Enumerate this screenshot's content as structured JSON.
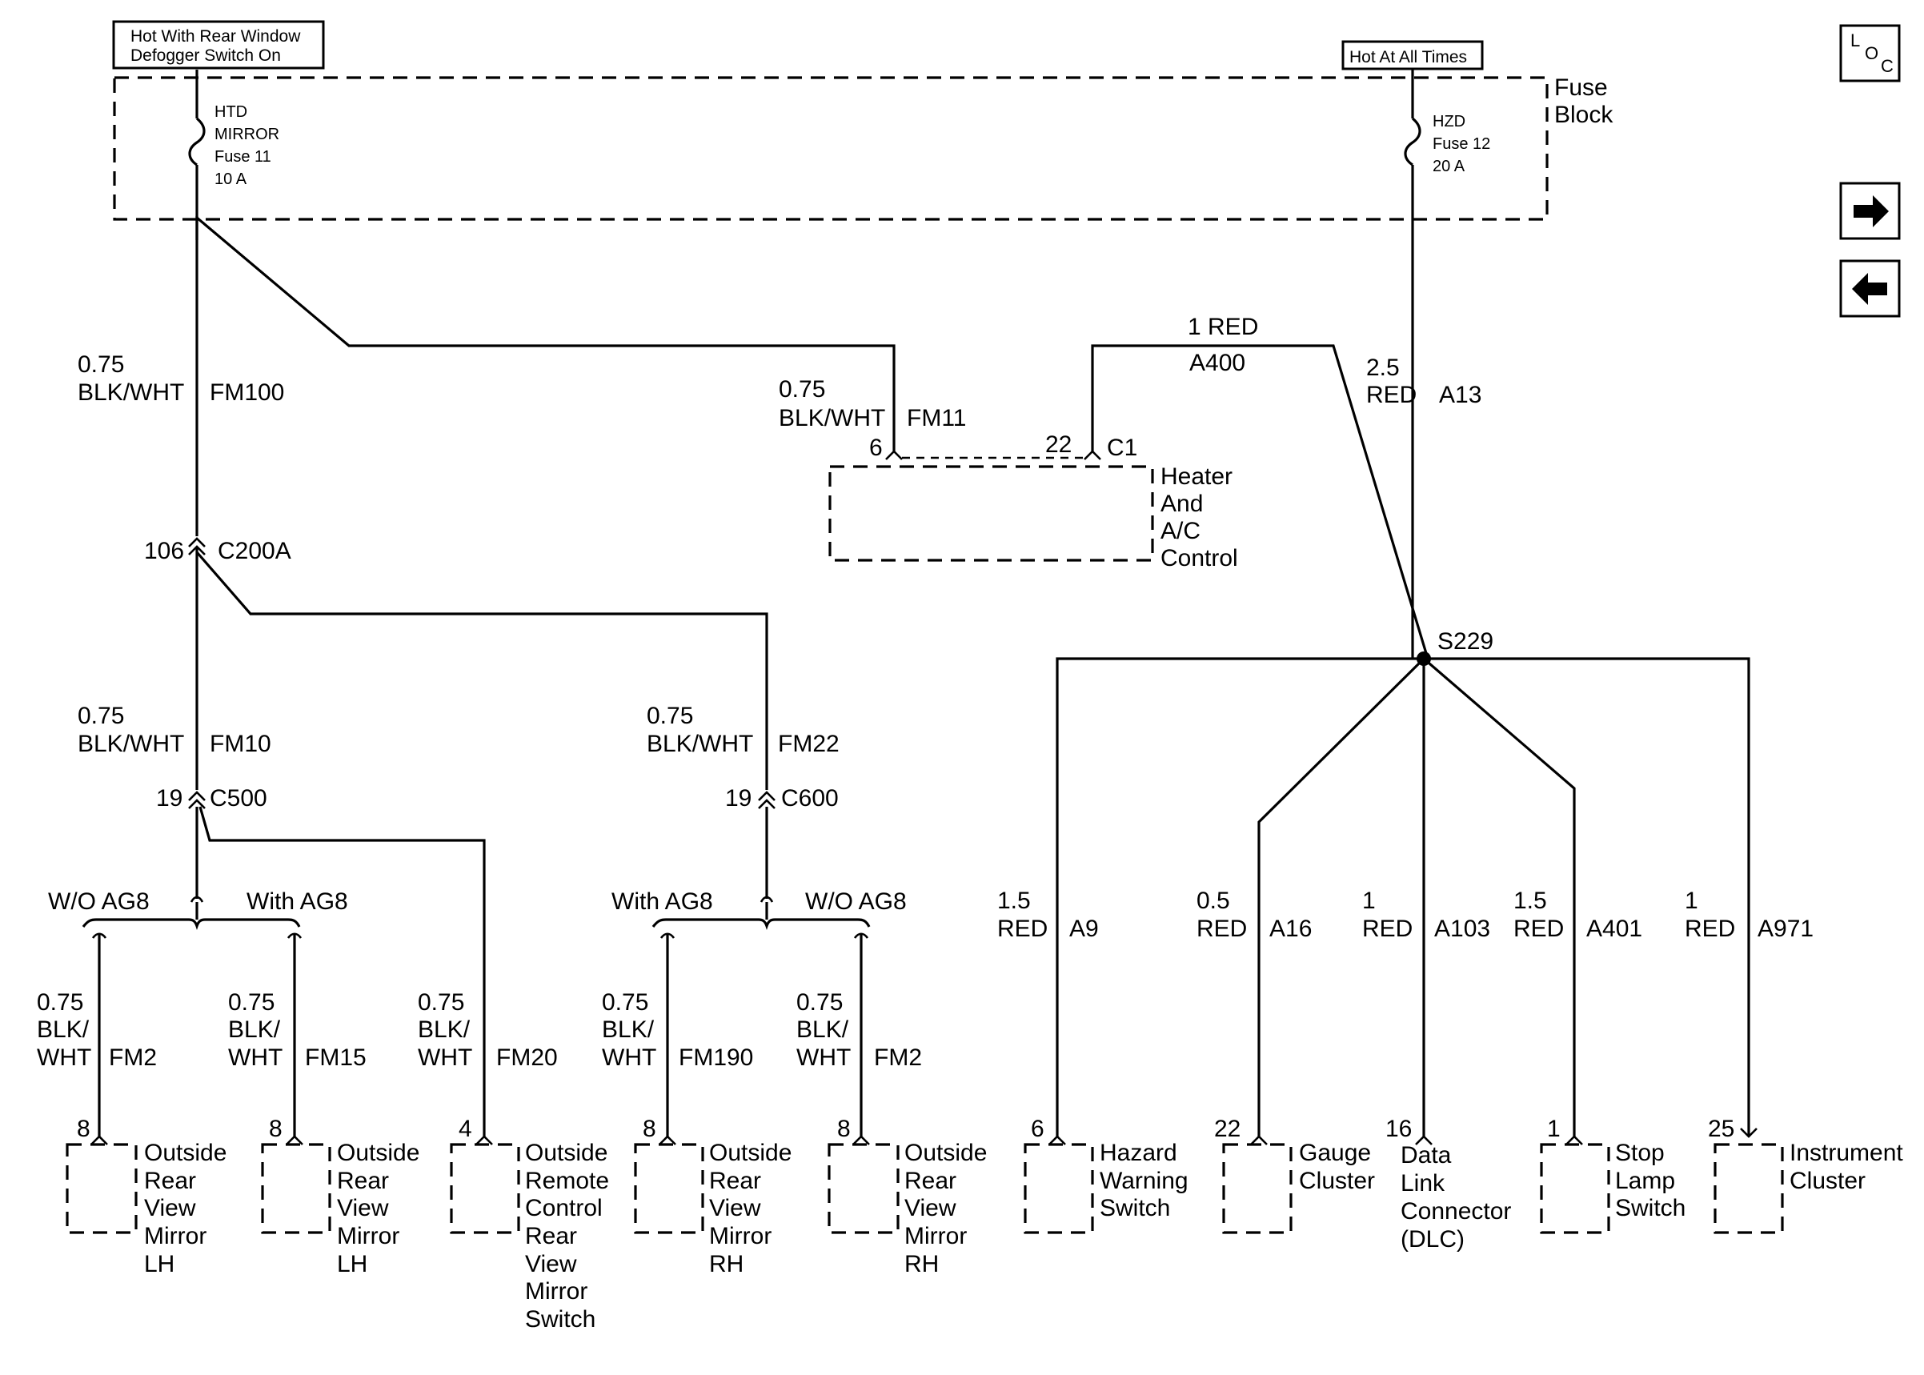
{
  "header": {
    "hot_rear": [
      "Hot With Rear Window",
      "Defogger Switch On"
    ],
    "hot_all": "Hot At All Times"
  },
  "fuse_block": {
    "title": [
      "Fuse",
      "Block"
    ],
    "fuse11": [
      "HTD",
      "MIRROR",
      "Fuse 11",
      "10 A"
    ],
    "fuse12": [
      "HZD",
      "Fuse 12",
      "20 A"
    ]
  },
  "nav": {
    "loc_icon": "location-view-icon",
    "next_icon": "arrow-right-icon",
    "prev_icon": "arrow-left-icon"
  },
  "wires": {
    "fm100": {
      "gauge": "0.75",
      "color": "BLK/WHT",
      "circuit": "FM100"
    },
    "fm11": {
      "gauge": "0.75",
      "color": "BLK/WHT",
      "circuit": "FM11"
    },
    "a400": {
      "gauge_color": "1 RED",
      "circuit": "A400"
    },
    "a13": {
      "gauge": "2.5",
      "color": "RED",
      "circuit": "A13"
    },
    "fm10": {
      "gauge": "0.75",
      "color": "BLK/WHT",
      "circuit": "FM10"
    },
    "fm22": {
      "gauge": "0.75",
      "color": "BLK/WHT",
      "circuit": "FM22"
    },
    "fm2_lh": {
      "gauge": "0.75",
      "color1": "BLK/",
      "color2": "WHT",
      "circuit": "FM2"
    },
    "fm15": {
      "gauge": "0.75",
      "color1": "BLK/",
      "color2": "WHT",
      "circuit": "FM15"
    },
    "fm20": {
      "gauge": "0.75",
      "color1": "BLK/",
      "color2": "WHT",
      "circuit": "FM20"
    },
    "fm190": {
      "gauge": "0.75",
      "color1": "BLK/",
      "color2": "WHT",
      "circuit": "FM190"
    },
    "fm2_rh": {
      "gauge": "0.75",
      "color1": "BLK/",
      "color2": "WHT",
      "circuit": "FM2"
    },
    "a9": {
      "gauge": "1.5",
      "color": "RED",
      "circuit": "A9"
    },
    "a16": {
      "gauge": "0.5",
      "color": "RED",
      "circuit": "A16"
    },
    "a103": {
      "gauge": "1",
      "color": "RED",
      "circuit": "A103"
    },
    "a401": {
      "gauge": "1.5",
      "color": "RED",
      "circuit": "A401"
    },
    "a971": {
      "gauge": "1",
      "color": "RED",
      "circuit": "A971"
    }
  },
  "connectors": {
    "c200a": {
      "pin": "106",
      "name": "C200A"
    },
    "c500": {
      "pin": "19",
      "name": "C500"
    },
    "c600": {
      "pin": "19",
      "name": "C600"
    },
    "c1": {
      "pin_left": "6",
      "pin_right": "22",
      "name": "C1"
    },
    "s229": "S229"
  },
  "options": {
    "wo_ag8": "W/O AG8",
    "with_ag8": "With AG8"
  },
  "components": {
    "heater": [
      "Heater",
      "And",
      "A/C",
      "Control"
    ],
    "mirror_lh_1": {
      "pin": "8",
      "lines": [
        "Outside",
        "Rear",
        "View",
        "Mirror",
        "LH"
      ]
    },
    "mirror_lh_2": {
      "pin": "8",
      "lines": [
        "Outside",
        "Rear",
        "View",
        "Mirror",
        "LH"
      ]
    },
    "remote_switch": {
      "pin": "4",
      "lines": [
        "Outside",
        "Remote",
        "Control",
        "Rear",
        "View",
        "Mirror",
        "Switch"
      ]
    },
    "mirror_rh_1": {
      "pin": "8",
      "lines": [
        "Outside",
        "Rear",
        "View",
        "Mirror",
        "RH"
      ]
    },
    "mirror_rh_2": {
      "pin": "8",
      "lines": [
        "Outside",
        "Rear",
        "View",
        "Mirror",
        "RH"
      ]
    },
    "hazard": {
      "pin": "6",
      "lines": [
        "Hazard",
        "Warning",
        "Switch"
      ]
    },
    "gauge": {
      "pin": "22",
      "lines": [
        "Gauge",
        "Cluster"
      ]
    },
    "dlc": {
      "pin": "16",
      "lines": [
        "Data",
        "Link",
        "Connector",
        "(DLC)"
      ]
    },
    "stop_lamp": {
      "pin": "1",
      "lines": [
        "Stop",
        "Lamp",
        "Switch"
      ]
    },
    "instrument": {
      "pin": "25",
      "lines": [
        "Instrument",
        "Cluster"
      ]
    }
  }
}
